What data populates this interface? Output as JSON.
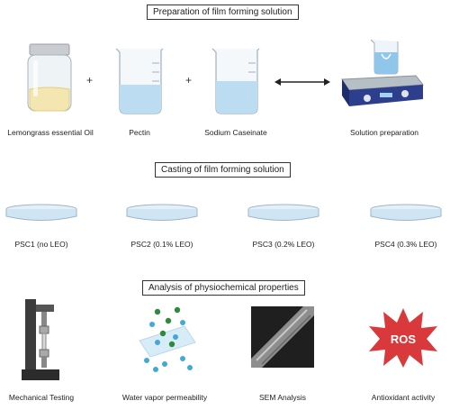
{
  "sections": {
    "preparation_title": "Preparation of film forming solution",
    "casting_title": "Casting of film forming solution",
    "analysis_title": "Analysis of physiochemical properties"
  },
  "preparation": {
    "items": [
      {
        "label": "Lemongrass essential Oil"
      },
      {
        "label": "Pectin"
      },
      {
        "label": "Sodium Caseinate"
      },
      {
        "label": "Solution preparation"
      }
    ],
    "operator": "+"
  },
  "casting": {
    "dishes": [
      {
        "label": "PSC1 (no LEO)"
      },
      {
        "label": "PSC2 (0.1% LEO)"
      },
      {
        "label": "PSC3 (0.2% LEO)"
      },
      {
        "label": "PSC4 (0.3% LEO)"
      }
    ]
  },
  "analysis": {
    "items": [
      {
        "label": "Mechanical Testing"
      },
      {
        "label": "Water vapor permeability"
      },
      {
        "label": "SEM Analysis"
      },
      {
        "label": "Antioxidant activity"
      }
    ],
    "ros_text": "ROS"
  },
  "colors": {
    "liquid_blue": "#bcdcf2",
    "oil_yellow": "#f3e6b0",
    "stirrer_blue": "#2d3f8c",
    "ros_red": "#d9393b",
    "dot_green": "#2e8b3e",
    "dot_blue": "#3fa9d8"
  }
}
